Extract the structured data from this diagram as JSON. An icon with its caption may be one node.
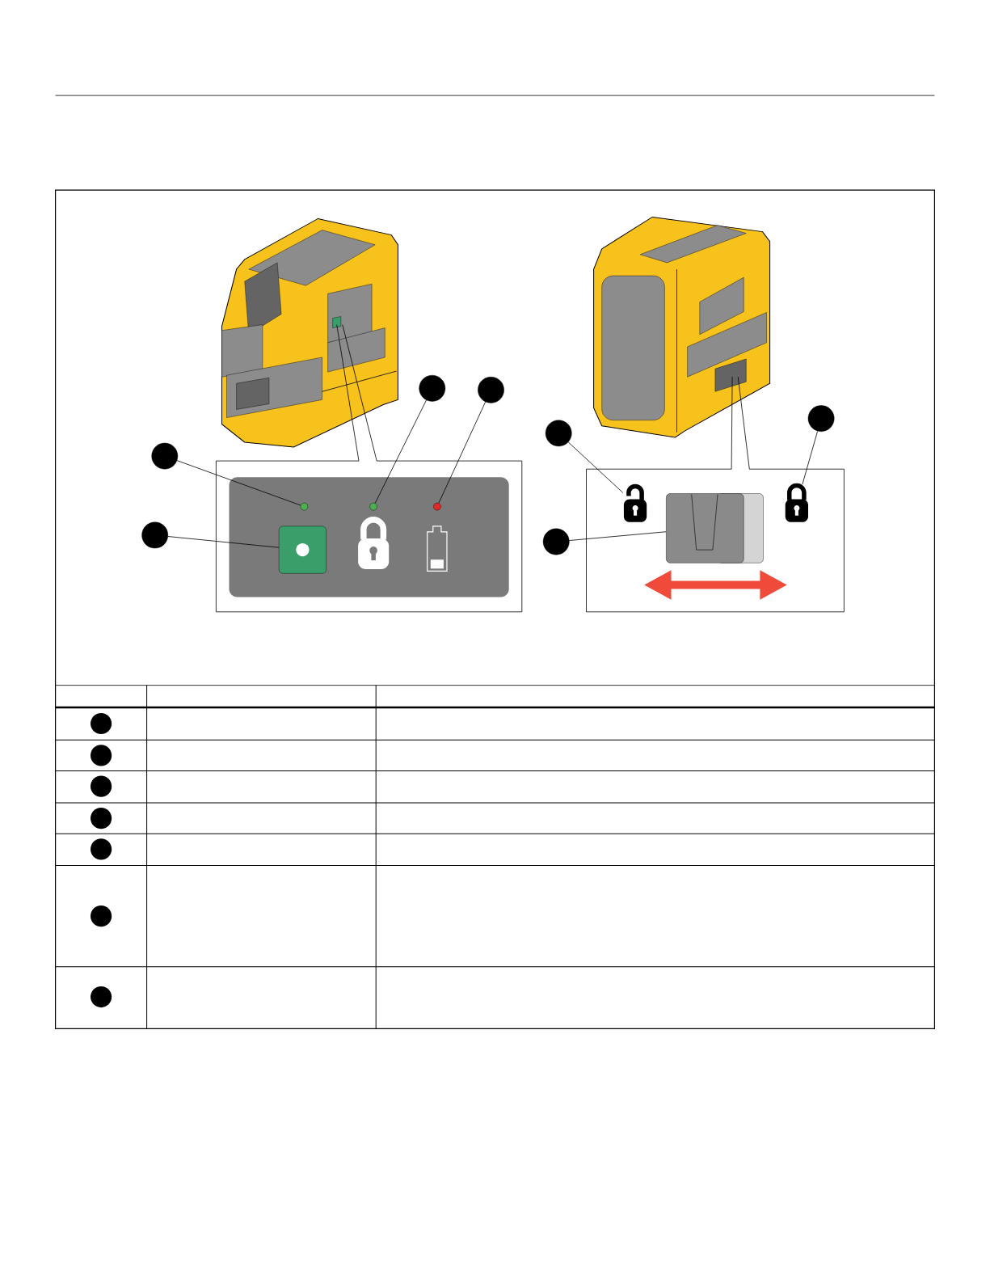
{
  "diagram": {
    "nodes": [
      {
        "text": [],
        "shape": "circle"
      },
      {
        "text": [],
        "shape": "circle"
      },
      {
        "text": [],
        "shape": "circle"
      },
      {
        "text": [],
        "shape": "circle"
      },
      {
        "text": [],
        "shape": "circle"
      },
      {
        "text": [],
        "shape": "circle"
      },
      {
        "text": [],
        "shape": "circle"
      },
      {
        "text": [],
        "shape": "circle"
      },
      {
        "text": [],
        "shape": "box"
      },
      {
        "text": [],
        "shape": "circle"
      },
      {
        "text": [],
        "shape": "circle"
      },
      {
        "text": [],
        "shape": "padlock"
      },
      {
        "text": [],
        "shape": "padlock"
      },
      {
        "text": [],
        "shape": "box"
      }
    ],
    "edges": [
      {
        "from": 4,
        "to": 7,
        "arrow": "none"
      },
      {
        "from": 5,
        "to": 8,
        "arrow": "none"
      },
      {
        "from": 0,
        "to": 9,
        "arrow": "none"
      },
      {
        "from": 1,
        "to": 10,
        "arrow": "none"
      },
      {
        "from": 3,
        "to": 11,
        "arrow": "none"
      },
      {
        "from": 2,
        "to": 12,
        "arrow": "none"
      },
      {
        "from": 6,
        "to": 13,
        "arrow": "none"
      }
    ]
  }
}
